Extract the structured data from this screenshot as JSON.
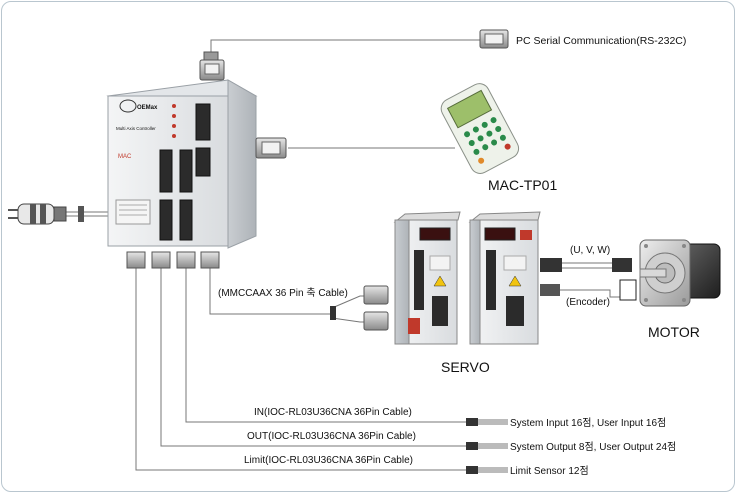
{
  "labels": {
    "pc_serial": "PC Serial Communication(RS-232C)",
    "tp01": "MAC-TP01",
    "cable_36pin": "(MMCCAAX 36 Pin 축 Cable)",
    "uvw": "(U, V, W)",
    "encoder": "(Encoder)",
    "motor": "MOTOR",
    "servo": "SERVO",
    "in_cable": "IN(IOC-RL03U36CNA 36Pin Cable)",
    "out_cable": "OUT(IOC-RL03U36CNA 36Pin Cable)",
    "limit_cable": "Limit(IOC-RL03U36CNA 36Pin Cable)",
    "in_dest": "System Input 16점, User Input 16점",
    "out_dest": "System Output 8점, User Output 24점",
    "limit_dest": "Limit Sensor 12점"
  },
  "controller": {
    "logo": "OEMax",
    "model_text": "Multi Axis Controller",
    "brand": "MAC"
  }
}
